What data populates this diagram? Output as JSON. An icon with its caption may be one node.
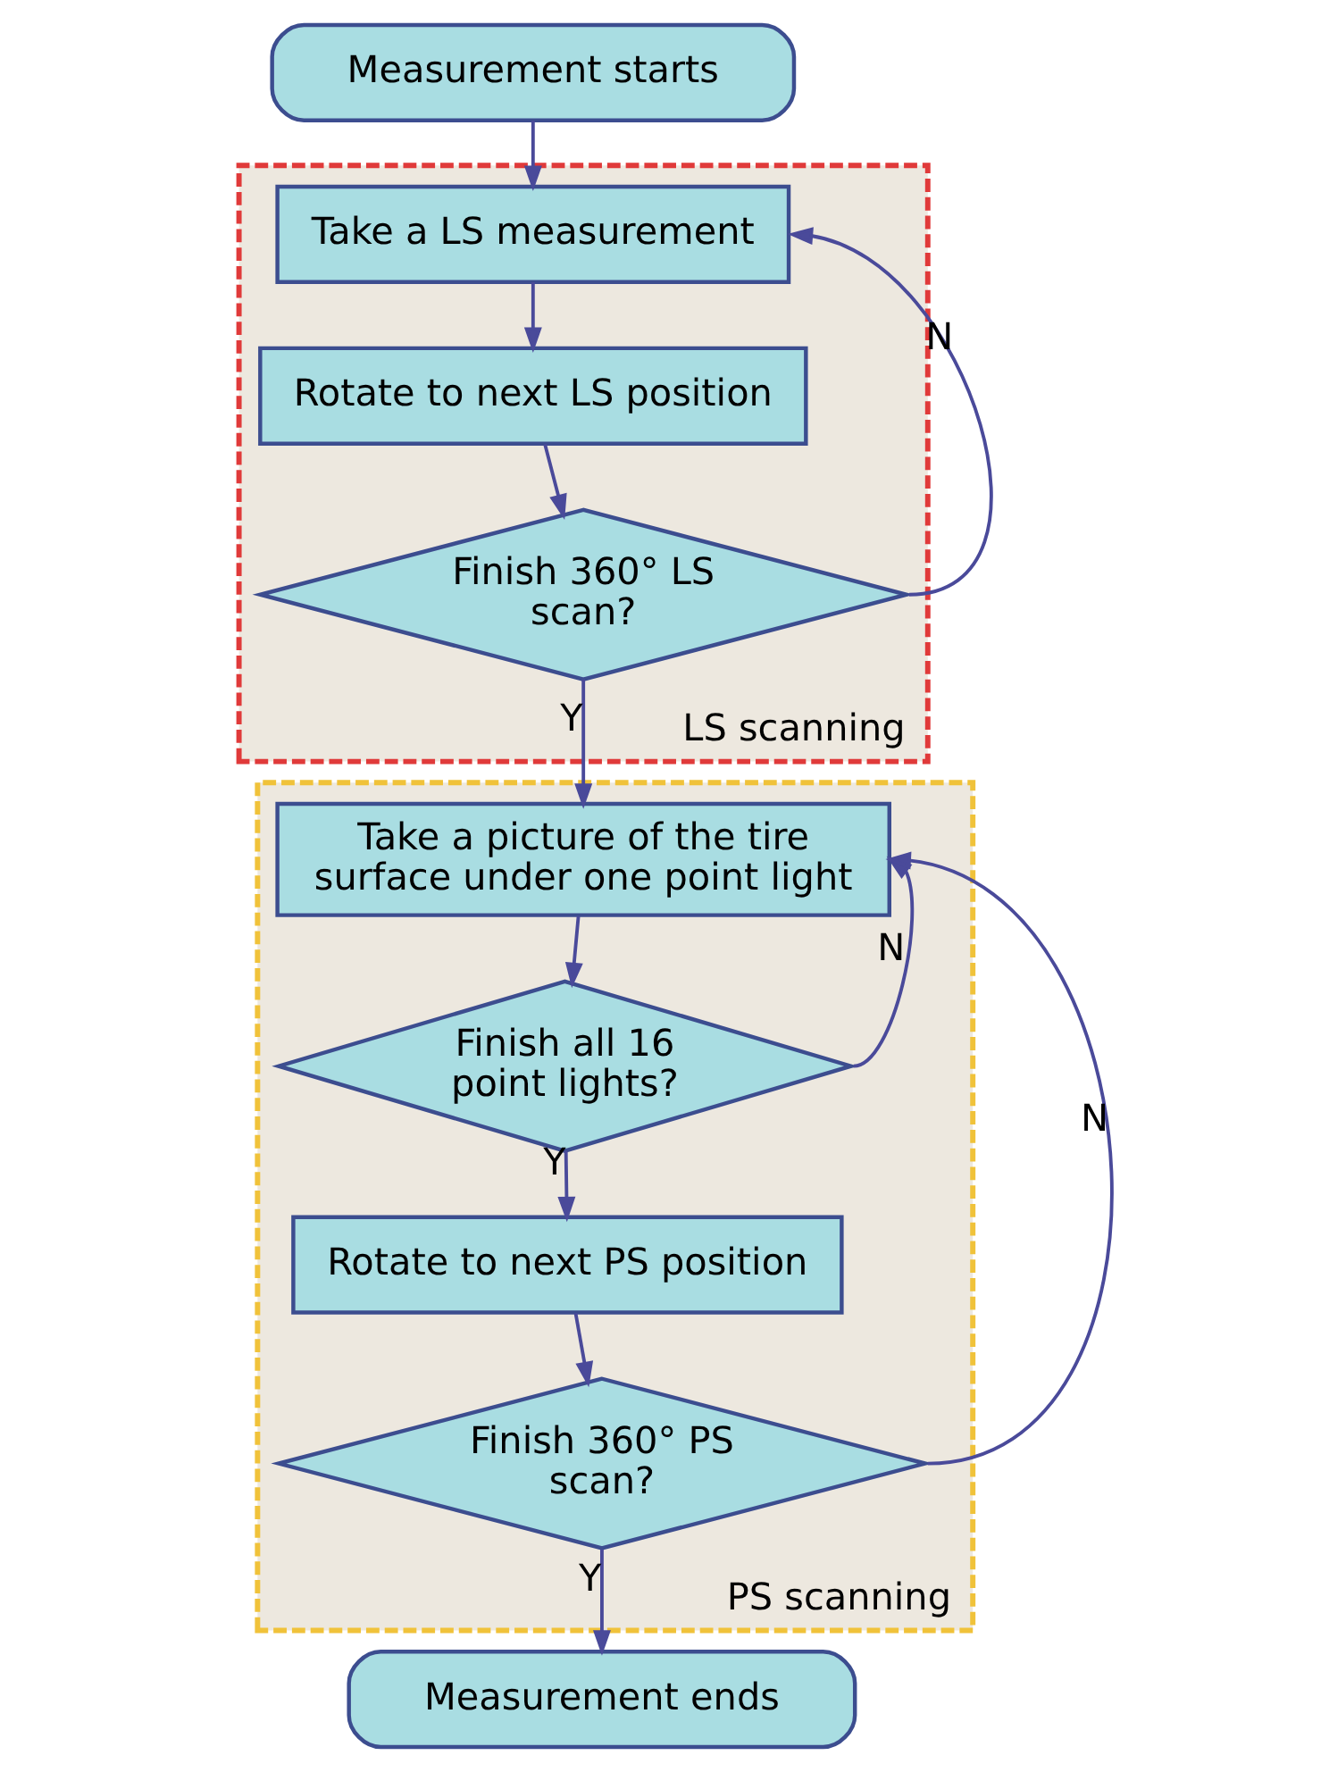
{
  "diagram": {
    "nodes": [
      {
        "text": [
          "Measurement starts"
        ]
      },
      {
        "text": [
          "LS scanning"
        ]
      },
      {
        "text": [
          "Take a LS measurement"
        ],
        "in": 1
      },
      {
        "text": [
          "Rotate to next LS position"
        ],
        "in": 1
      },
      {
        "text": [
          "Finish 360° LS scan?"
        ],
        "in": 1
      },
      {
        "text": [
          "PS scanning"
        ]
      },
      {
        "text": [
          "Take a picture of the tire surface under one point light"
        ],
        "in": 5
      },
      {
        "text": [
          "Finish all 16 point lights?"
        ],
        "in": 5
      },
      {
        "text": [
          "Rotate to next PS position"
        ],
        "in": 5
      },
      {
        "text": [
          "Finish 360° PS scan?"
        ],
        "in": 5
      },
      {
        "text": [
          "Measurement ends"
        ]
      }
    ],
    "edges": [
      {
        "from": 0,
        "to": 2,
        "arrow": "to"
      },
      {
        "from": 2,
        "to": 3,
        "arrow": "to"
      },
      {
        "from": 3,
        "to": 4,
        "arrow": "to"
      },
      {
        "from": 4,
        "to": 2,
        "arrow": "to",
        "label": "N"
      },
      {
        "from": 4,
        "to": 6,
        "arrow": "to",
        "label": "Y"
      },
      {
        "from": 6,
        "to": 7,
        "arrow": "to"
      },
      {
        "from": 7,
        "to": 6,
        "arrow": "to",
        "label": "N"
      },
      {
        "from": 7,
        "to": 8,
        "arrow": "to",
        "label": "Y"
      },
      {
        "from": 8,
        "to": 9,
        "arrow": "to"
      },
      {
        "from": 9,
        "to": 6,
        "arrow": "to",
        "label": "N"
      },
      {
        "from": 9,
        "to": 10,
        "arrow": "to",
        "label": "Y"
      }
    ]
  }
}
